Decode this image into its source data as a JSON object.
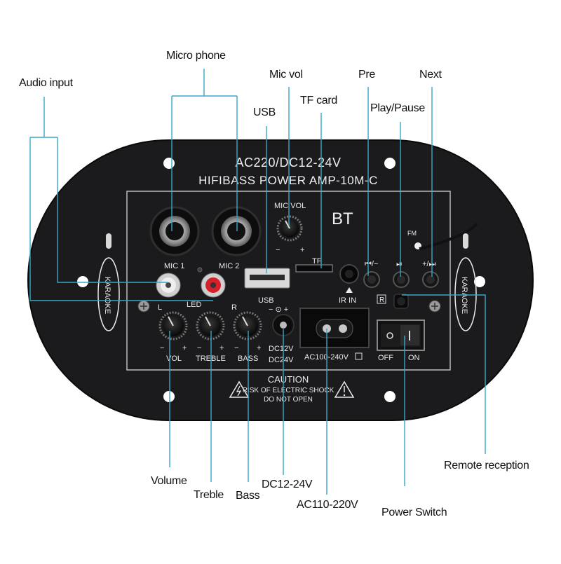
{
  "callouts": {
    "micro_phone": "Micro phone",
    "audio_input": "Audio input",
    "mic_vol": "Mic vol",
    "usb": "USB",
    "tf_card": "TF card",
    "pre": "Pre",
    "play_pause": "Play/Pause",
    "next": "Next",
    "volume": "Volume",
    "treble": "Treble",
    "bass": "Bass",
    "dc": "DC12-24V",
    "ac": "AC110-220V",
    "power_switch": "Power Switch",
    "remote": "Remote reception"
  },
  "panel": {
    "line1": "AC220/DC12-24V",
    "line2": "HIFIBASS POWER AMP-10M-C",
    "bt": "BT",
    "mic_vol": "MIC VOL",
    "mic1": "MIC 1",
    "mic2": "MIC 2",
    "led": "LED",
    "l": "L",
    "r": "R",
    "usb": "USB",
    "tf": "TF",
    "ir_in": "IR IN",
    "fm": "FM",
    "r_badge": "R",
    "vol": "VOL",
    "treble": "TREBLE",
    "bass": "BASS",
    "dc12": "DC12V",
    "dc24": "DC24V",
    "ac_label": "AC100-240V",
    "off": "OFF",
    "on": "ON",
    "caution": "CAUTION",
    "risk": "RISK OF ELECTRIC SHOCK",
    "do_not_open": "DO NOT OPEN",
    "karaoke": "KARAOKE"
  },
  "colors": {
    "plate": "#1b1b1d",
    "line": "#3aa6c9",
    "silver": "#c9c9c9",
    "rca_red": "#d8202a",
    "rca_white": "#eeeeee"
  }
}
